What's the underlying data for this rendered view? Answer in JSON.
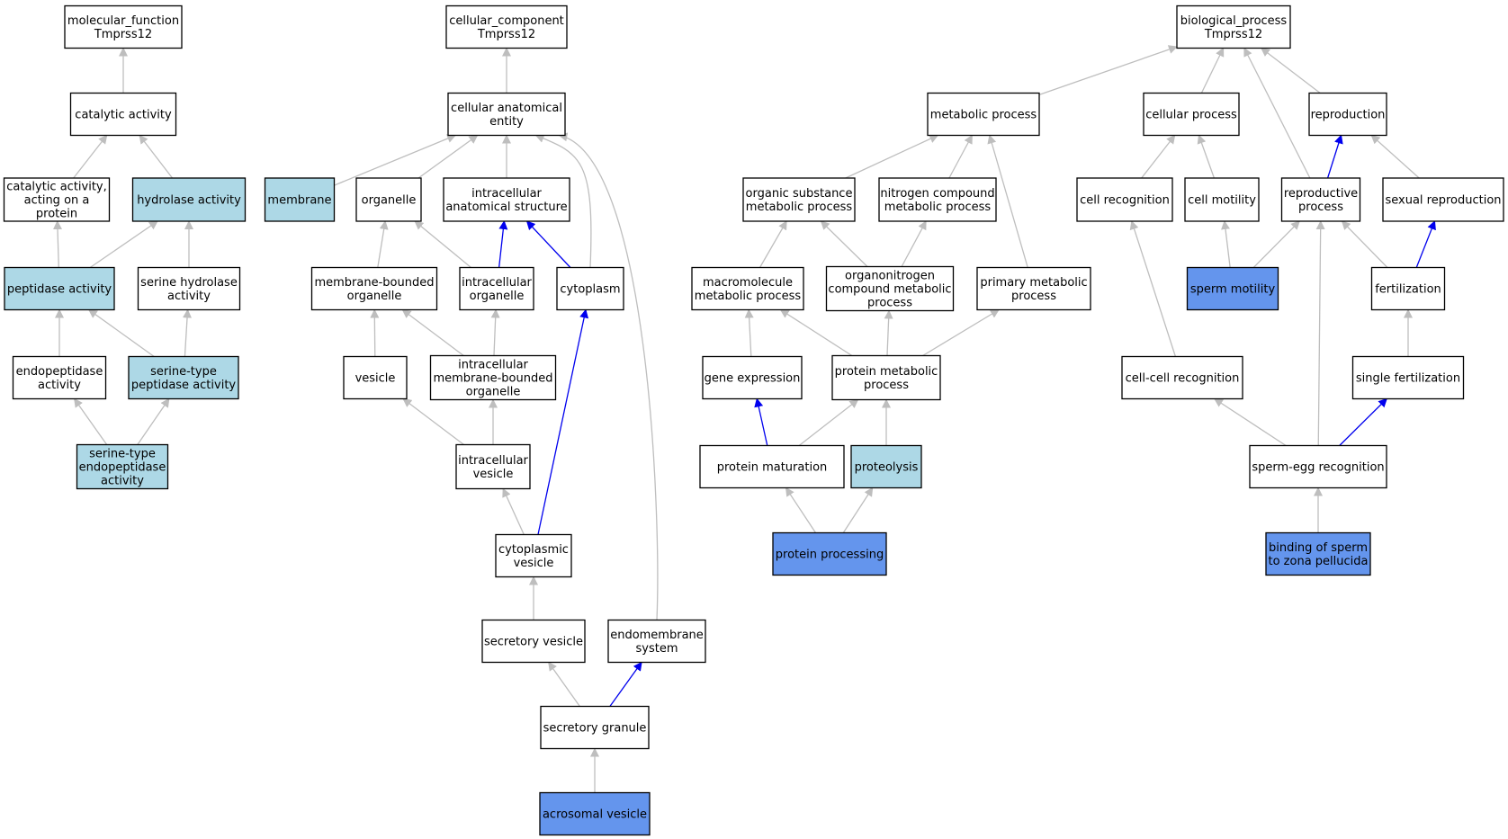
{
  "colors": {
    "white": "#ffffff",
    "light": "#add8e6",
    "dark": "#6495ed",
    "edge_default": "#bebebe",
    "edge_highlight": "#0000ee"
  },
  "nodes": [
    {
      "id": "mf",
      "lines": [
        "molecular_function",
        "Tmprss12"
      ],
      "fill": "white"
    },
    {
      "id": "cat",
      "lines": [
        "catalytic activity"
      ],
      "fill": "white"
    },
    {
      "id": "catprot",
      "lines": [
        "catalytic activity,",
        "acting on a",
        "protein"
      ],
      "fill": "white"
    },
    {
      "id": "hydro",
      "lines": [
        "hydrolase activity"
      ],
      "fill": "light"
    },
    {
      "id": "pept",
      "lines": [
        "peptidase activity"
      ],
      "fill": "light"
    },
    {
      "id": "serhyd",
      "lines": [
        "serine hydrolase",
        "activity"
      ],
      "fill": "white"
    },
    {
      "id": "endopep",
      "lines": [
        "endopeptidase",
        "activity"
      ],
      "fill": "white"
    },
    {
      "id": "serpep",
      "lines": [
        "serine-type",
        "peptidase activity"
      ],
      "fill": "light"
    },
    {
      "id": "serendo",
      "lines": [
        "serine-type",
        "endopeptidase",
        "activity"
      ],
      "fill": "light"
    },
    {
      "id": "cc",
      "lines": [
        "cellular_component",
        "Tmprss12"
      ],
      "fill": "white"
    },
    {
      "id": "cae",
      "lines": [
        "cellular anatomical",
        "entity"
      ],
      "fill": "white"
    },
    {
      "id": "membrane",
      "lines": [
        "membrane"
      ],
      "fill": "light"
    },
    {
      "id": "organelle",
      "lines": [
        "organelle"
      ],
      "fill": "white"
    },
    {
      "id": "ias",
      "lines": [
        "intracellular",
        "anatomical structure"
      ],
      "fill": "white"
    },
    {
      "id": "mbo",
      "lines": [
        "membrane-bounded",
        "organelle"
      ],
      "fill": "white"
    },
    {
      "id": "io",
      "lines": [
        "intracellular",
        "organelle"
      ],
      "fill": "white"
    },
    {
      "id": "cyto",
      "lines": [
        "cytoplasm"
      ],
      "fill": "white"
    },
    {
      "id": "vesicle",
      "lines": [
        "vesicle"
      ],
      "fill": "white"
    },
    {
      "id": "imbo",
      "lines": [
        "intracellular",
        "membrane-bounded",
        "organelle"
      ],
      "fill": "white"
    },
    {
      "id": "iv",
      "lines": [
        "intracellular",
        "vesicle"
      ],
      "fill": "white"
    },
    {
      "id": "cv",
      "lines": [
        "cytoplasmic",
        "vesicle"
      ],
      "fill": "white"
    },
    {
      "id": "sv",
      "lines": [
        "secretory vesicle"
      ],
      "fill": "white"
    },
    {
      "id": "endo",
      "lines": [
        "endomembrane",
        "system"
      ],
      "fill": "white"
    },
    {
      "id": "sg",
      "lines": [
        "secretory granule"
      ],
      "fill": "white"
    },
    {
      "id": "acro",
      "lines": [
        "acrosomal vesicle"
      ],
      "fill": "dark"
    },
    {
      "id": "bp",
      "lines": [
        "biological_process",
        "Tmprss12"
      ],
      "fill": "white"
    },
    {
      "id": "metab",
      "lines": [
        "metabolic process"
      ],
      "fill": "white"
    },
    {
      "id": "cellproc",
      "lines": [
        "cellular process"
      ],
      "fill": "white"
    },
    {
      "id": "repro",
      "lines": [
        "reproduction"
      ],
      "fill": "white"
    },
    {
      "id": "osmp",
      "lines": [
        "organic substance",
        "metabolic process"
      ],
      "fill": "white"
    },
    {
      "id": "ncmp",
      "lines": [
        "nitrogen compound",
        "metabolic process"
      ],
      "fill": "white"
    },
    {
      "id": "cellrec",
      "lines": [
        "cell recognition"
      ],
      "fill": "white"
    },
    {
      "id": "cellmot",
      "lines": [
        "cell motility"
      ],
      "fill": "white"
    },
    {
      "id": "reproproc",
      "lines": [
        "reproductive",
        "process"
      ],
      "fill": "white"
    },
    {
      "id": "sexrep",
      "lines": [
        "sexual reproduction"
      ],
      "fill": "white"
    },
    {
      "id": "mmp",
      "lines": [
        "macromolecule",
        "metabolic process"
      ],
      "fill": "white"
    },
    {
      "id": "ocmp",
      "lines": [
        "organonitrogen",
        "compound metabolic",
        "process"
      ],
      "fill": "white"
    },
    {
      "id": "pmp",
      "lines": [
        "primary metabolic",
        "process"
      ],
      "fill": "white"
    },
    {
      "id": "spermmot",
      "lines": [
        "sperm motility"
      ],
      "fill": "dark"
    },
    {
      "id": "fert",
      "lines": [
        "fertilization"
      ],
      "fill": "white"
    },
    {
      "id": "geneexp",
      "lines": [
        "gene expression"
      ],
      "fill": "white"
    },
    {
      "id": "protmp",
      "lines": [
        "protein metabolic",
        "process"
      ],
      "fill": "white"
    },
    {
      "id": "ccrec",
      "lines": [
        "cell-cell recognition"
      ],
      "fill": "white"
    },
    {
      "id": "singlefert",
      "lines": [
        "single fertilization"
      ],
      "fill": "white"
    },
    {
      "id": "protmat",
      "lines": [
        "protein maturation"
      ],
      "fill": "white"
    },
    {
      "id": "proteo",
      "lines": [
        "proteolysis"
      ],
      "fill": "light"
    },
    {
      "id": "spermegg",
      "lines": [
        "sperm-egg recognition"
      ],
      "fill": "white"
    },
    {
      "id": "protproc",
      "lines": [
        "protein processing"
      ],
      "fill": "dark"
    },
    {
      "id": "bindsperm",
      "lines": [
        "binding of sperm",
        "to zona pellucida"
      ],
      "fill": "dark"
    }
  ],
  "edges": [
    {
      "from": "cat",
      "to": "mf",
      "color": "edge_default"
    },
    {
      "from": "catprot",
      "to": "cat",
      "color": "edge_default"
    },
    {
      "from": "hydro",
      "to": "cat",
      "color": "edge_default"
    },
    {
      "from": "pept",
      "to": "catprot",
      "color": "edge_default"
    },
    {
      "from": "pept",
      "to": "hydro",
      "color": "edge_default"
    },
    {
      "from": "serhyd",
      "to": "hydro",
      "color": "edge_default"
    },
    {
      "from": "endopep",
      "to": "pept",
      "color": "edge_default"
    },
    {
      "from": "serpep",
      "to": "pept",
      "color": "edge_default"
    },
    {
      "from": "serpep",
      "to": "serhyd",
      "color": "edge_default"
    },
    {
      "from": "serendo",
      "to": "endopep",
      "color": "edge_default"
    },
    {
      "from": "serendo",
      "to": "serpep",
      "color": "edge_default"
    },
    {
      "from": "cae",
      "to": "cc",
      "color": "edge_default"
    },
    {
      "from": "membrane",
      "to": "cae",
      "color": "edge_default"
    },
    {
      "from": "organelle",
      "to": "cae",
      "color": "edge_default"
    },
    {
      "from": "ias",
      "to": "cae",
      "color": "edge_default"
    },
    {
      "from": "cyto",
      "to": "cae",
      "color": "edge_default",
      "curve": true
    },
    {
      "from": "endo",
      "to": "cae",
      "color": "edge_default",
      "curve": true
    },
    {
      "from": "mbo",
      "to": "organelle",
      "color": "edge_default"
    },
    {
      "from": "io",
      "to": "organelle",
      "color": "edge_default"
    },
    {
      "from": "io",
      "to": "ias",
      "color": "edge_highlight"
    },
    {
      "from": "cyto",
      "to": "ias",
      "color": "edge_highlight"
    },
    {
      "from": "vesicle",
      "to": "mbo",
      "color": "edge_default"
    },
    {
      "from": "imbo",
      "to": "mbo",
      "color": "edge_default"
    },
    {
      "from": "imbo",
      "to": "io",
      "color": "edge_default"
    },
    {
      "from": "iv",
      "to": "vesicle",
      "color": "edge_default"
    },
    {
      "from": "iv",
      "to": "imbo",
      "color": "edge_default"
    },
    {
      "from": "cv",
      "to": "iv",
      "color": "edge_default"
    },
    {
      "from": "cv",
      "to": "cyto",
      "color": "edge_highlight"
    },
    {
      "from": "sv",
      "to": "cv",
      "color": "edge_default"
    },
    {
      "from": "sg",
      "to": "sv",
      "color": "edge_default"
    },
    {
      "from": "sg",
      "to": "endo",
      "color": "edge_highlight"
    },
    {
      "from": "acro",
      "to": "sg",
      "color": "edge_default"
    },
    {
      "from": "metab",
      "to": "bp",
      "color": "edge_default"
    },
    {
      "from": "cellproc",
      "to": "bp",
      "color": "edge_default"
    },
    {
      "from": "repro",
      "to": "bp",
      "color": "edge_default"
    },
    {
      "from": "reproproc",
      "to": "bp",
      "color": "edge_default"
    },
    {
      "from": "osmp",
      "to": "metab",
      "color": "edge_default"
    },
    {
      "from": "ncmp",
      "to": "metab",
      "color": "edge_default"
    },
    {
      "from": "pmp",
      "to": "metab",
      "color": "edge_default"
    },
    {
      "from": "cellrec",
      "to": "cellproc",
      "color": "edge_default"
    },
    {
      "from": "cellmot",
      "to": "cellproc",
      "color": "edge_default"
    },
    {
      "from": "reproproc",
      "to": "repro",
      "color": "edge_highlight"
    },
    {
      "from": "sexrep",
      "to": "repro",
      "color": "edge_default"
    },
    {
      "from": "mmp",
      "to": "osmp",
      "color": "edge_default"
    },
    {
      "from": "ocmp",
      "to": "osmp",
      "color": "edge_default"
    },
    {
      "from": "ocmp",
      "to": "ncmp",
      "color": "edge_default"
    },
    {
      "from": "spermmot",
      "to": "cellmot",
      "color": "edge_default"
    },
    {
      "from": "spermmot",
      "to": "reproproc",
      "color": "edge_default"
    },
    {
      "from": "fert",
      "to": "reproproc",
      "color": "edge_default"
    },
    {
      "from": "fert",
      "to": "sexrep",
      "color": "edge_highlight"
    },
    {
      "from": "geneexp",
      "to": "mmp",
      "color": "edge_default"
    },
    {
      "from": "protmp",
      "to": "mmp",
      "color": "edge_default"
    },
    {
      "from": "protmp",
      "to": "ocmp",
      "color": "edge_default"
    },
    {
      "from": "protmp",
      "to": "pmp",
      "color": "edge_default"
    },
    {
      "from": "ccrec",
      "to": "cellrec",
      "color": "edge_default"
    },
    {
      "from": "singlefert",
      "to": "fert",
      "color": "edge_default"
    },
    {
      "from": "protmat",
      "to": "geneexp",
      "color": "edge_highlight"
    },
    {
      "from": "protmat",
      "to": "protmp",
      "color": "edge_default"
    },
    {
      "from": "proteo",
      "to": "protmp",
      "color": "edge_default"
    },
    {
      "from": "spermegg",
      "to": "ccrec",
      "color": "edge_default"
    },
    {
      "from": "spermegg",
      "to": "singlefert",
      "color": "edge_highlight"
    },
    {
      "from": "spermegg",
      "to": "reproproc",
      "color": "edge_default"
    },
    {
      "from": "protproc",
      "to": "protmat",
      "color": "edge_default"
    },
    {
      "from": "protproc",
      "to": "proteo",
      "color": "edge_default"
    },
    {
      "from": "bindsperm",
      "to": "spermegg",
      "color": "edge_default"
    }
  ]
}
